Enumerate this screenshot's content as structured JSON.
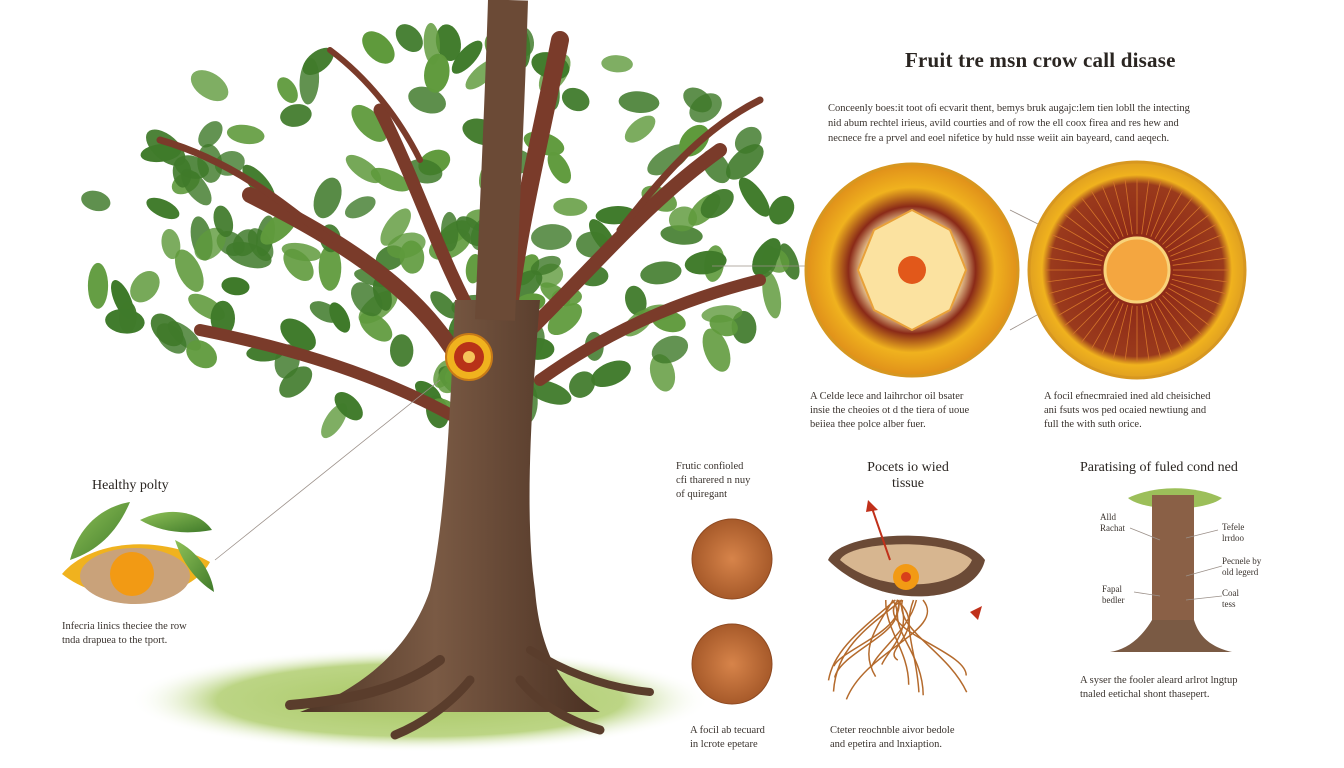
{
  "title": "Fruit tre msn crow call disase",
  "intro": "Conceenly boes:it toot ofi ecvarit thent, bemys bruk augajc:lem tien lobll the intecting\nnid abum rechtel irieus, avild courties and of row the ell coox firea and res hew and\nnecnece fre a prvel and eoel nifetice by huld nsse weiit ain bayeard, cand aeqech.",
  "sections": {
    "left_inset": {
      "heading": "Healthy polty",
      "caption": "Infecria linics theciee the row\ntnda drapuea to the tport."
    },
    "cross_section_1": {
      "caption": "A Celde lece and laihrchor oil bsater\ninsie the cheoies ot d the tiera of uoue\nbeiiea thee polce alber fuer."
    },
    "cross_section_2": {
      "caption": "A focil efnecmraied ined ald cheisiched\nani fsuts wos ped ocaied newtiung and\nfull the with suth orice."
    },
    "texture_column": {
      "heading": "Frutic confioled\ncfi tharered n nuy\nof quiregant",
      "caption": "A focil ab tecuard\nin lcrote epetare"
    },
    "pocket_section": {
      "heading": "Pocets io wied\ntissue",
      "caption": "Cteter reochnble aivor bedole\nand epetira and lnxiaption."
    },
    "trunk_section": {
      "heading": "Paratising of fuled cond ned",
      "labels": {
        "left_top": "Alld\nRachat",
        "right_top": "Tefele\nlrrdoo",
        "right_mid": "Pecnele by\nold legerd",
        "left_bottom": "Fapal\nbedler",
        "right_bottom": "Coal\ntess"
      },
      "caption": "A syser the fooler aleard arlrot lngtup\ntnaled eetichal shont thasepert."
    }
  },
  "colors": {
    "leaf": "#5f9a3c",
    "leaf_dark": "#3f7a2a",
    "bark": "#6b4a36",
    "branch": "#7a3b2a",
    "grass": "#9cbf5a",
    "section_orange": "#f0b21e",
    "section_red": "#8e2a18"
  }
}
